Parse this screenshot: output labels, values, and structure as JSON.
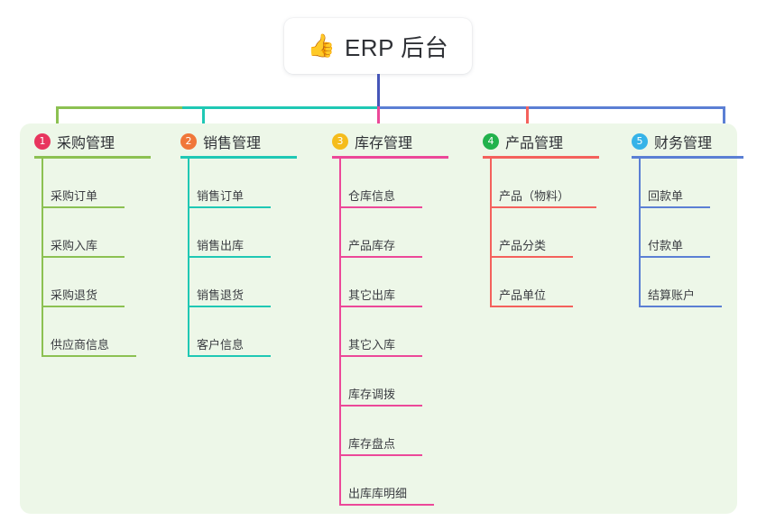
{
  "root": {
    "icon": "thumbs-up-icon",
    "icon_glyph": "👍",
    "title": "ERP 后台"
  },
  "palette": {
    "panel_bg": "#edf7e8",
    "page_bg": "#ffffff",
    "text": "#2f3136",
    "leaf_text": "#3b3d42",
    "root_stem": "#4656b8"
  },
  "columns": [
    {
      "number": "1",
      "title": "采购管理",
      "badge_color": "#e8355e",
      "line_color": "#8cc152",
      "items": [
        {
          "label": "采购订单"
        },
        {
          "label": "采购入库"
        },
        {
          "label": "采购退货"
        },
        {
          "label": "供应商信息"
        }
      ]
    },
    {
      "number": "2",
      "title": "销售管理",
      "badge_color": "#f0773a",
      "line_color": "#1fc8b4",
      "items": [
        {
          "label": "销售订单"
        },
        {
          "label": "销售出库"
        },
        {
          "label": "销售退货"
        },
        {
          "label": "客户信息"
        }
      ]
    },
    {
      "number": "3",
      "title": "库存管理",
      "badge_color": "#f5bc1c",
      "line_color": "#ec4899",
      "items": [
        {
          "label": "仓库信息"
        },
        {
          "label": "产品库存"
        },
        {
          "label": "其它出库"
        },
        {
          "label": "其它入库"
        },
        {
          "label": "库存调拨"
        },
        {
          "label": "库存盘点"
        },
        {
          "label": "出库库明细"
        }
      ]
    },
    {
      "number": "4",
      "title": "产品管理",
      "badge_color": "#22b24c",
      "line_color": "#f4615c",
      "items": [
        {
          "label": "产品（物料）"
        },
        {
          "label": "产品分类"
        },
        {
          "label": "产品单位"
        }
      ]
    },
    {
      "number": "5",
      "title": "财务管理",
      "badge_color": "#36b3e8",
      "line_color": "#5b7fd4",
      "items": [
        {
          "label": "回款单"
        },
        {
          "label": "付款单"
        },
        {
          "label": "结算账户"
        }
      ]
    }
  ],
  "bus": {
    "segments": [
      {
        "name": "bus-segment-green",
        "color": "#8cc152"
      },
      {
        "name": "bus-segment-teal",
        "color": "#1fc8b4"
      },
      {
        "name": "bus-segment-blue",
        "color": "#5b7fd4"
      }
    ]
  }
}
